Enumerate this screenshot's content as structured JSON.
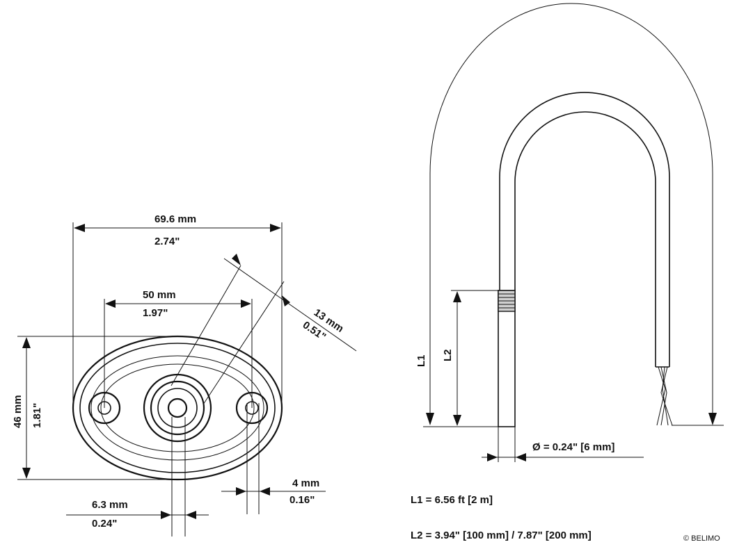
{
  "dimensions": {
    "width_mm": "69.6 mm",
    "width_in": "2.74\"",
    "hole_spacing_mm": "50 mm",
    "hole_spacing_in": "1.97\"",
    "diag_mm": "13 mm",
    "diag_in": "0.51\"",
    "height_mm": "46 mm",
    "height_in": "1.81\"",
    "slot_mm": "4 mm",
    "slot_in": "0.16\"",
    "center_mm": "6.3 mm",
    "center_in": "0.24\""
  },
  "cable": {
    "l1_label": "L1",
    "l2_label": "L2",
    "diameter_label": "Ø = 0.24\" [6 mm]"
  },
  "specs": {
    "l1": "L1 = 6.56 ft [2 m]",
    "l2": "L2 = 3.94\" [100 mm] / 7.87\" [200 mm]"
  },
  "copyright": "© BELIMO"
}
